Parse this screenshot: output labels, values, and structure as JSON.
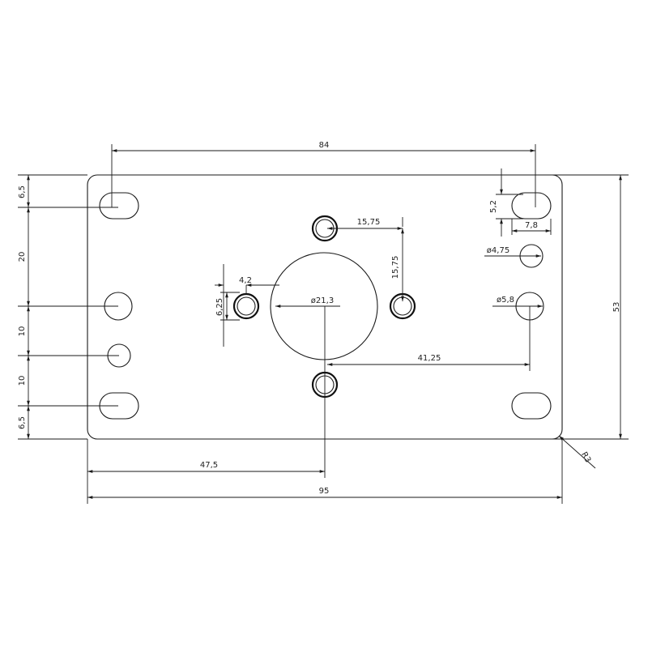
{
  "drawing": {
    "dimensions": {
      "overall_width": "95",
      "overall_height": "53",
      "top_hole_span": "84",
      "center_offset": "47,5",
      "left_v1": "6,5",
      "left_v2": "20",
      "left_v3": "10",
      "left_v4": "10",
      "left_v5": "6,5",
      "bolt_h_spacing": "15,75",
      "bolt_v_spacing": "15,75",
      "bolt_x_offset": "4,2",
      "bolt_y_offset": "6,25",
      "center_bore": "ø21,3",
      "right_offset": "41,25",
      "slot_height": "5,2",
      "slot_width": "7,8",
      "hole_small": "ø4,75",
      "hole_large": "ø5,8",
      "corner_radius": "R3"
    }
  }
}
